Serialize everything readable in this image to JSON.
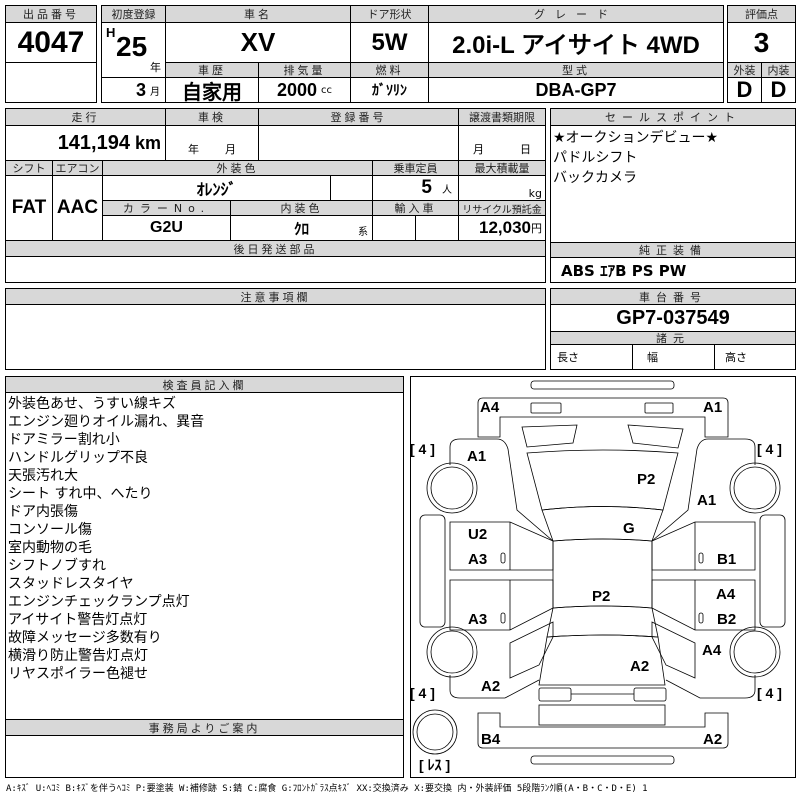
{
  "lot": {
    "label": "出品番号",
    "value": "4047"
  },
  "first_reg": {
    "label": "初度登録",
    "era": "H",
    "year": "25",
    "year_unit": "年",
    "month": "3",
    "month_unit": "月"
  },
  "car_name": {
    "label": "車名",
    "value": "XV"
  },
  "door": {
    "label": "ドア形状",
    "value": "5W"
  },
  "grade": {
    "label": "グレード",
    "value": "2.0i-L アイサイト 4WD"
  },
  "score": {
    "label": "評価点",
    "value": "3",
    "ext_label": "外装",
    "ext": "D",
    "int_label": "内装",
    "int": "D"
  },
  "history": {
    "label": "車歴",
    "value": "自家用"
  },
  "displacement": {
    "label": "排気量",
    "value": "2000",
    "unit": "cc"
  },
  "fuel": {
    "label": "燃料",
    "value": "ｶﾞｿﾘﾝ"
  },
  "model": {
    "label": "型式",
    "value": "DBA-GP7"
  },
  "mileage": {
    "label": "走行",
    "value": "141,194",
    "unit": "km"
  },
  "inspection": {
    "label": "車検",
    "year_unit": "年",
    "month_unit": "月"
  },
  "reg_no": {
    "label": "登録番号"
  },
  "transfer": {
    "label": "譲渡書類期限",
    "month_unit": "月",
    "day_unit": "日"
  },
  "shift": {
    "label": "シフト",
    "value": "FAT"
  },
  "ac": {
    "label": "エアコン",
    "value": "AAC"
  },
  "ext_color": {
    "label": "外装色",
    "value": "ｵﾚﾝｼﾞ"
  },
  "capacity": {
    "label": "乗車定員",
    "value": "5",
    "unit": "人"
  },
  "max_load": {
    "label": "最大積載量",
    "unit": "kg"
  },
  "color_no": {
    "label": "カラーNo.",
    "value": "G2U"
  },
  "int_color": {
    "label": "内装色",
    "value": "ｸﾛ",
    "unit": "系"
  },
  "import": {
    "label": "輸入車"
  },
  "recycle": {
    "label": "リサイクル預託金",
    "value": "12,030",
    "unit": "円"
  },
  "later_parts": {
    "label": "後日発送部品"
  },
  "notes": {
    "label": "注意事項欄"
  },
  "sale_points": {
    "label": "セールスポイント",
    "items": [
      "★オークションデビュー★",
      "パドルシフト",
      "バックカメラ"
    ]
  },
  "equipment": {
    "label": "純正装備",
    "value": "ABS ｴｱB PS PW"
  },
  "chassis": {
    "label": "車台番号",
    "value": "GP7-037549"
  },
  "specs": {
    "label": "諸元",
    "length": "長さ",
    "width": "幅",
    "height": "高さ"
  },
  "inspector": {
    "label": "検査員記入欄",
    "items": [
      "外装色あせ、うすい線キズ",
      "エンジン廻りオイル漏れ、異音",
      "ドアミラー割れ小",
      "ハンドルグリップ不良",
      "天張汚れ大",
      "シート すれ中、へたり",
      "ドア内張傷",
      "コンソール傷",
      "室内動物の毛",
      "シフトノブすれ",
      "スタッドレスタイヤ",
      "エンジンチェックランプ点灯",
      "アイサイト警告灯点灯",
      "故障メッセージ多数有り",
      "横滑り防止警告灯点灯",
      "リヤスポイラー色褪せ"
    ]
  },
  "office": {
    "label": "事務局よりご案内"
  },
  "diagram": {
    "marks": [
      "A4",
      "A1",
      "A1",
      "P2",
      "A1",
      "G",
      "U2",
      "A3",
      "B1",
      "P2",
      "A4",
      "A3",
      "B2",
      "A4",
      "A2",
      "A2",
      "B4",
      "A2"
    ],
    "tread": [
      "[ 4 ]",
      "[ 4 ]",
      "[ 4 ]",
      "[ 4 ]",
      "[ ﾚｽ ]"
    ]
  },
  "legend": "A:ｷｽﾞ U:ﾍｺﾐ B:ｷｽﾞを伴うﾍｺﾐ P:要塗装 W:補修跡 S:錆 C:腐食 G:ﾌﾛﾝﾄｶﾞﾗｽ点ｷｽﾞ XX:交換済み X:要交換  内・外装評価 5段階ﾗﾝｸ順(A・B・C・D・E) 1"
}
